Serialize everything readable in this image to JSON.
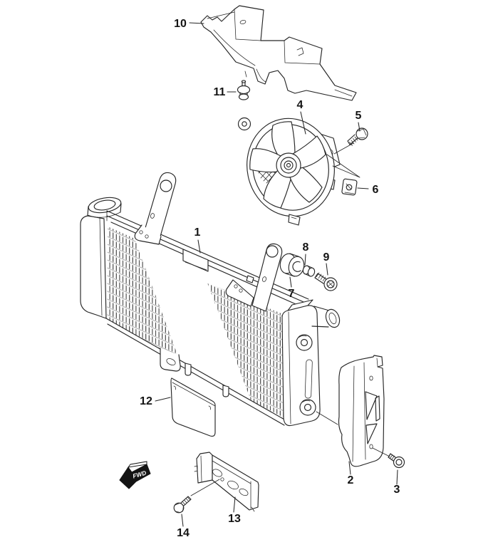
{
  "figure": {
    "type": "exploded-parts-diagram",
    "subject": "radiator-and-cooling-fan-assembly",
    "background_color": "#ffffff",
    "line_color": "#262626"
  },
  "callouts": [
    {
      "ref": "1",
      "depicts": "radiator"
    },
    {
      "ref": "2",
      "depicts": "side-cover"
    },
    {
      "ref": "3",
      "depicts": "screw"
    },
    {
      "ref": "4",
      "depicts": "cooling-fan"
    },
    {
      "ref": "5",
      "depicts": "bolt"
    },
    {
      "ref": "6",
      "depicts": "clip-nut"
    },
    {
      "ref": "7",
      "depicts": "grommet"
    },
    {
      "ref": "8",
      "depicts": "spacer"
    },
    {
      "ref": "9",
      "depicts": "bolt"
    },
    {
      "ref": "10",
      "depicts": "fan-shroud"
    },
    {
      "ref": "11",
      "depicts": "push-clip"
    },
    {
      "ref": "12",
      "depicts": "seal-plate"
    },
    {
      "ref": "13",
      "depicts": "lower-bracket"
    },
    {
      "ref": "14",
      "depicts": "bolt"
    }
  ],
  "fwd_marker": {
    "label": "FWD",
    "direction": "down-left"
  }
}
